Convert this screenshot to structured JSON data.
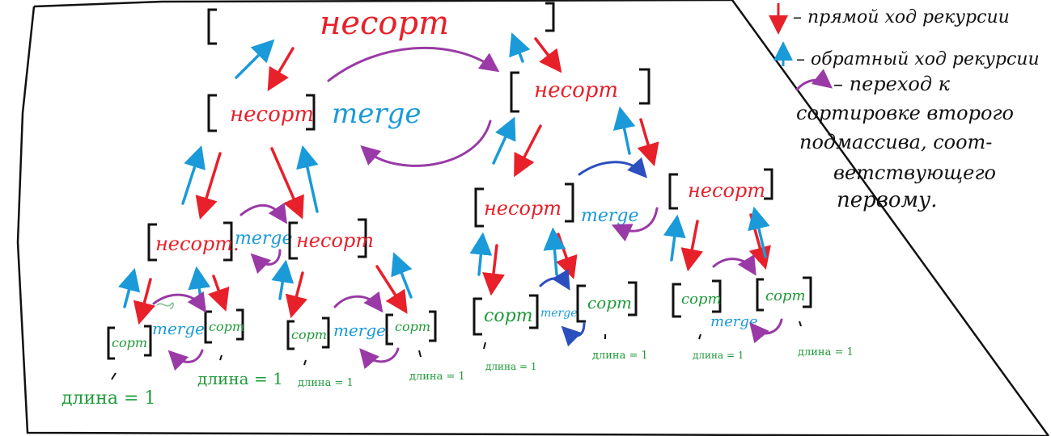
{
  "colors": {
    "red": "#e8202a",
    "blue": "#1a9ad9",
    "purple": "#9a3aa6",
    "green": "#1f9a3a",
    "darkblue": "#2b4fbf",
    "ink": "#111111"
  },
  "root": {
    "label": "несорт"
  },
  "level1": [
    {
      "label": "несорт",
      "merge": "merge"
    },
    {
      "label": "несорт"
    }
  ],
  "level2": [
    {
      "label": "несорт.",
      "merge": "merge"
    },
    {
      "label": "несорт"
    },
    {
      "label": "несорт",
      "merge": "merge"
    },
    {
      "label": "несорт"
    }
  ],
  "level3": [
    {
      "label": "сорт",
      "merge": "merge"
    },
    {
      "label": "сорт"
    },
    {
      "label": "сорт",
      "merge": "merge"
    },
    {
      "label": "сорт"
    },
    {
      "label": "сорт",
      "merge": "merge"
    },
    {
      "label": "сорт"
    },
    {
      "label": "сорт",
      "merge": "merge"
    },
    {
      "label": "сорт"
    }
  ],
  "lengths": [
    "длина = 1",
    "длина = 1",
    "длина = 1",
    "длина = 1",
    "длина = 1",
    "длина = 1",
    "длина = 1",
    "длина = 1"
  ],
  "legend": {
    "forward": "– прямой ход рекурсии",
    "backward": "– обратный ход рекурсии",
    "transition_lines": [
      "– переход к",
      "сортировке второго",
      "подмассива, соот-",
      "ветствующего",
      "первому."
    ]
  }
}
